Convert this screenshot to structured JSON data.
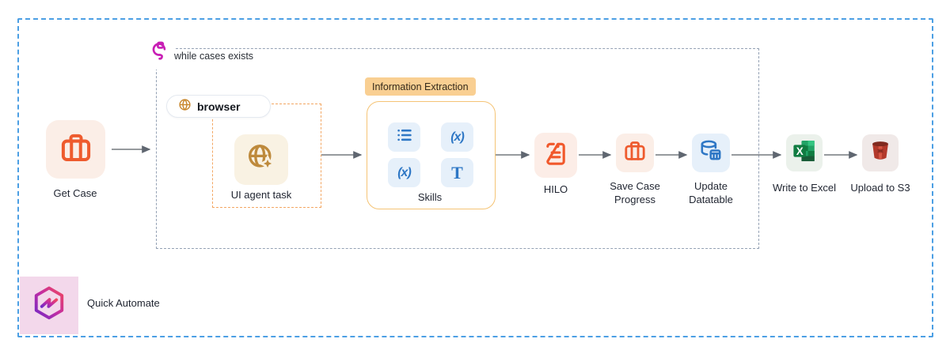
{
  "colors": {
    "outer_border": "#4C9FE4",
    "loop_border": "#94A1B4",
    "agent_border": "#F3A763",
    "arrow": "#74797F",
    "node_orange": "#EE5B2E",
    "node_amber": "#BE8A3C",
    "node_blue": "#2E77C5",
    "loop_magenta": "#C81FB5",
    "tag_bg": "#F9CF92",
    "excel_green": "#107C41",
    "s3_red": "#B2392B"
  },
  "loop": {
    "label": "while cases exists"
  },
  "nodes": {
    "get_case": {
      "label": "Get Case"
    },
    "browser": {
      "label": "browser"
    },
    "ui_agent": {
      "label": "UI agent task"
    },
    "skills": {
      "tag": "Information Extraction",
      "label": "Skills",
      "glyph_fx": "(x)",
      "glyph_text": "T"
    },
    "hilo": {
      "label": "HILO"
    },
    "save_case": {
      "line1": "Save Case",
      "line2": "Progress"
    },
    "update_datatable": {
      "line1": "Update",
      "line2": "Datatable"
    },
    "write_excel": {
      "label": "Write to Excel",
      "logo_letter": "X"
    },
    "upload_s3": {
      "label": "Upload to S3"
    }
  },
  "branding": {
    "label": "Quick Automate"
  }
}
